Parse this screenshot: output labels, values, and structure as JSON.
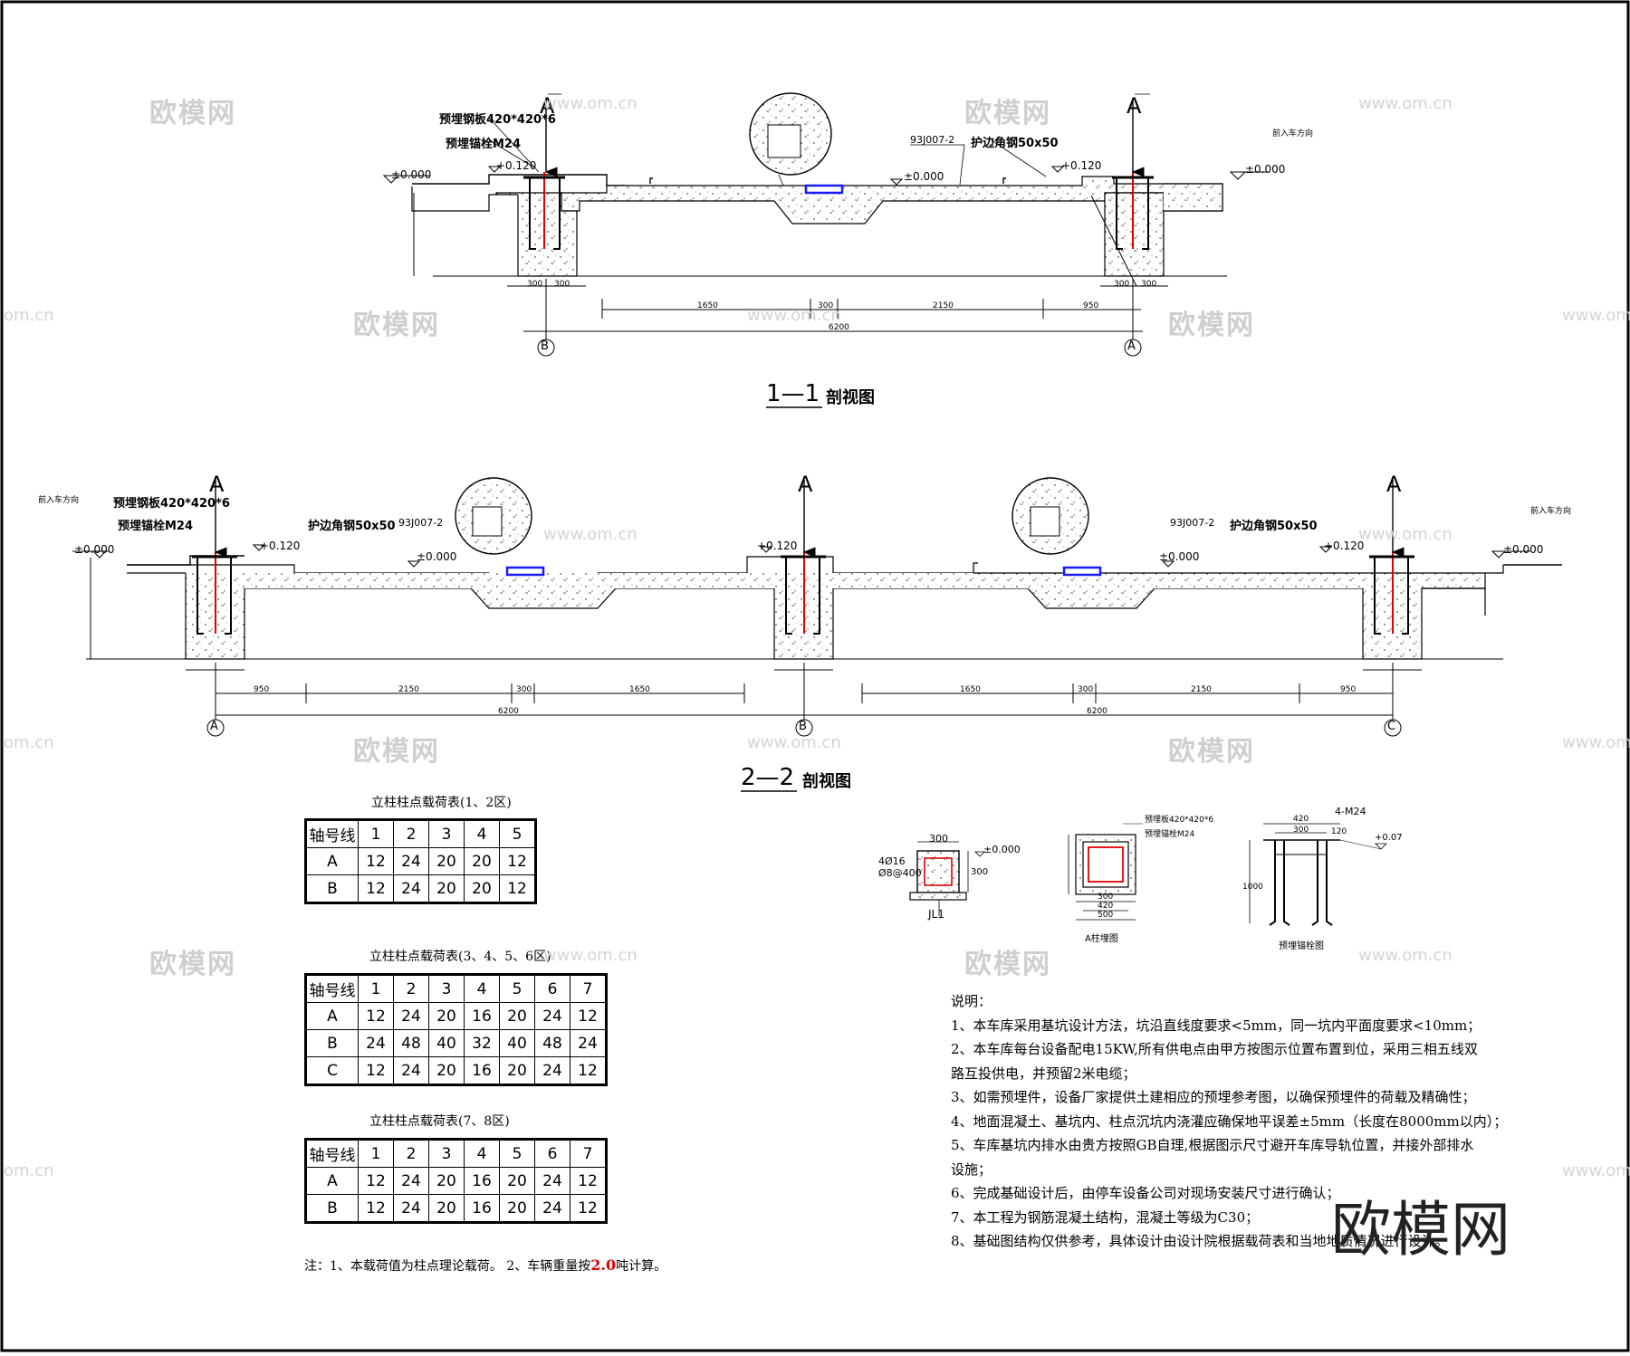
{
  "section1": {
    "title": "1—1",
    "title_suffix": "剖视图",
    "axis_left": "B",
    "axis_right": "A",
    "dims_bottom": [
      "1650",
      "300",
      "2150",
      "950"
    ],
    "dim_total": "6200",
    "dim_col": [
      "300",
      "300"
    ],
    "elev_left": "±0.000",
    "elev_right": "±0.000",
    "elev_mid": "±0.000",
    "elev_plus_left": "+0.120",
    "elev_plus_right": "+0.120",
    "plate_label": "预埋钢板420*420*6",
    "bolt_label": "预埋锚栓M24",
    "angle_label": "护边角钢50x50",
    "std_label": "93J007-2",
    "section_mark": "A",
    "enter_dir": "前入车方向"
  },
  "section2": {
    "title": "2—2",
    "title_suffix": "剖视图",
    "axes": [
      "A",
      "B",
      "C"
    ],
    "dims_left": [
      "950",
      "2150",
      "300",
      "1650"
    ],
    "dims_right": [
      "1650",
      "300",
      "2150",
      "950"
    ],
    "dim_total_left": "6200",
    "dim_total_right": "6200",
    "elev_zero": "±0.000",
    "elev_plus": "+0.120",
    "plate_label": "预埋钢板420*420*6",
    "bolt_label": "预埋锚栓M24",
    "angle_label": "护边角钢50x50",
    "std_label": "93J007-2",
    "section_mark": "A",
    "enter_dir": "前入车方向"
  },
  "tables": [
    {
      "caption": "立柱柱点载荷表(1、2区)",
      "header": [
        "轴号线",
        "1",
        "2",
        "3",
        "4",
        "5"
      ],
      "rows": [
        [
          "A",
          "12",
          "24",
          "20",
          "20",
          "12"
        ],
        [
          "B",
          "12",
          "24",
          "20",
          "20",
          "12"
        ]
      ]
    },
    {
      "caption": "立柱柱点载荷表(3、4、5、6区)",
      "header": [
        "轴号线",
        "1",
        "2",
        "3",
        "4",
        "5",
        "6",
        "7"
      ],
      "rows": [
        [
          "A",
          "12",
          "24",
          "20",
          "16",
          "20",
          "24",
          "12"
        ],
        [
          "B",
          "24",
          "48",
          "40",
          "32",
          "40",
          "48",
          "24"
        ],
        [
          "C",
          "12",
          "24",
          "20",
          "16",
          "20",
          "24",
          "12"
        ]
      ]
    },
    {
      "caption": "立柱柱点载荷表(7、8区)",
      "header": [
        "轴号线",
        "1",
        "2",
        "3",
        "4",
        "5",
        "6",
        "7"
      ],
      "rows": [
        [
          "A",
          "12",
          "24",
          "20",
          "16",
          "20",
          "24",
          "12"
        ],
        [
          "B",
          "12",
          "24",
          "20",
          "16",
          "20",
          "24",
          "12"
        ]
      ]
    }
  ],
  "table_note": {
    "prefix": "注：1、本载荷值为柱点理论载荷。   2、车辆重量按",
    "highlight": "2.0",
    "suffix": "吨计算。",
    "highlight_color": "#e00000"
  },
  "details": {
    "jl1": {
      "label": "JL1",
      "width": "300",
      "height": "300",
      "rebar1": "4Ø16",
      "rebar2": "Ø8@400",
      "elev": "±0.000"
    },
    "plate": {
      "label": "A柱埋图",
      "plate_text": "预埋板420*420*6",
      "bolt_text": "预埋锚栓M24",
      "d300": "300",
      "d420": "420",
      "d500": "500"
    },
    "anchor": {
      "label": "预埋锚栓图",
      "bolts": "4-M24",
      "d420": "420",
      "d300": "300",
      "h1000": "1000",
      "h120": "120",
      "elev": "+0.07"
    }
  },
  "notes": {
    "heading": "说明：",
    "items": [
      "1、本车库采用基坑设计方法，坑沿直线度要求<5mm，同一坑内平面度要求<10mm；",
      "2、本车库每台设备配电15KW,所有供电点由甲方按图示位置布置到位，采用三相五线双",
      "路互投供电，并预留2米电缆；",
      "3、如需预埋件，设备厂家提供土建相应的预埋参考图，以确保预埋件的荷载及精确性；",
      "4、地面混凝土、基坑内、柱点沉坑内浇灌应确保地平误差±5mm（长度在8000mm以内）；",
      "5、车库基坑内排水由贵方按照GB自理,根据图示尺寸避开车库导轨位置，并接外部排水",
      "设施；",
      "6、完成基础设计后，由停车设备公司对现场安装尺寸进行确认；",
      "7、本工程为钢筋混凝土结构，混凝土等级为C30；",
      "8、基础图结构仅供参考，具体设计由设计院根据载荷表和当地地质情况进行设计。"
    ]
  },
  "watermark": {
    "text": "欧模网",
    "url": "www.om.cn",
    "url_short": "om.cn"
  },
  "colors": {
    "line": "#000000",
    "rebar": "#e00000",
    "drain": "#1a1aff",
    "hatch": "#555555"
  }
}
